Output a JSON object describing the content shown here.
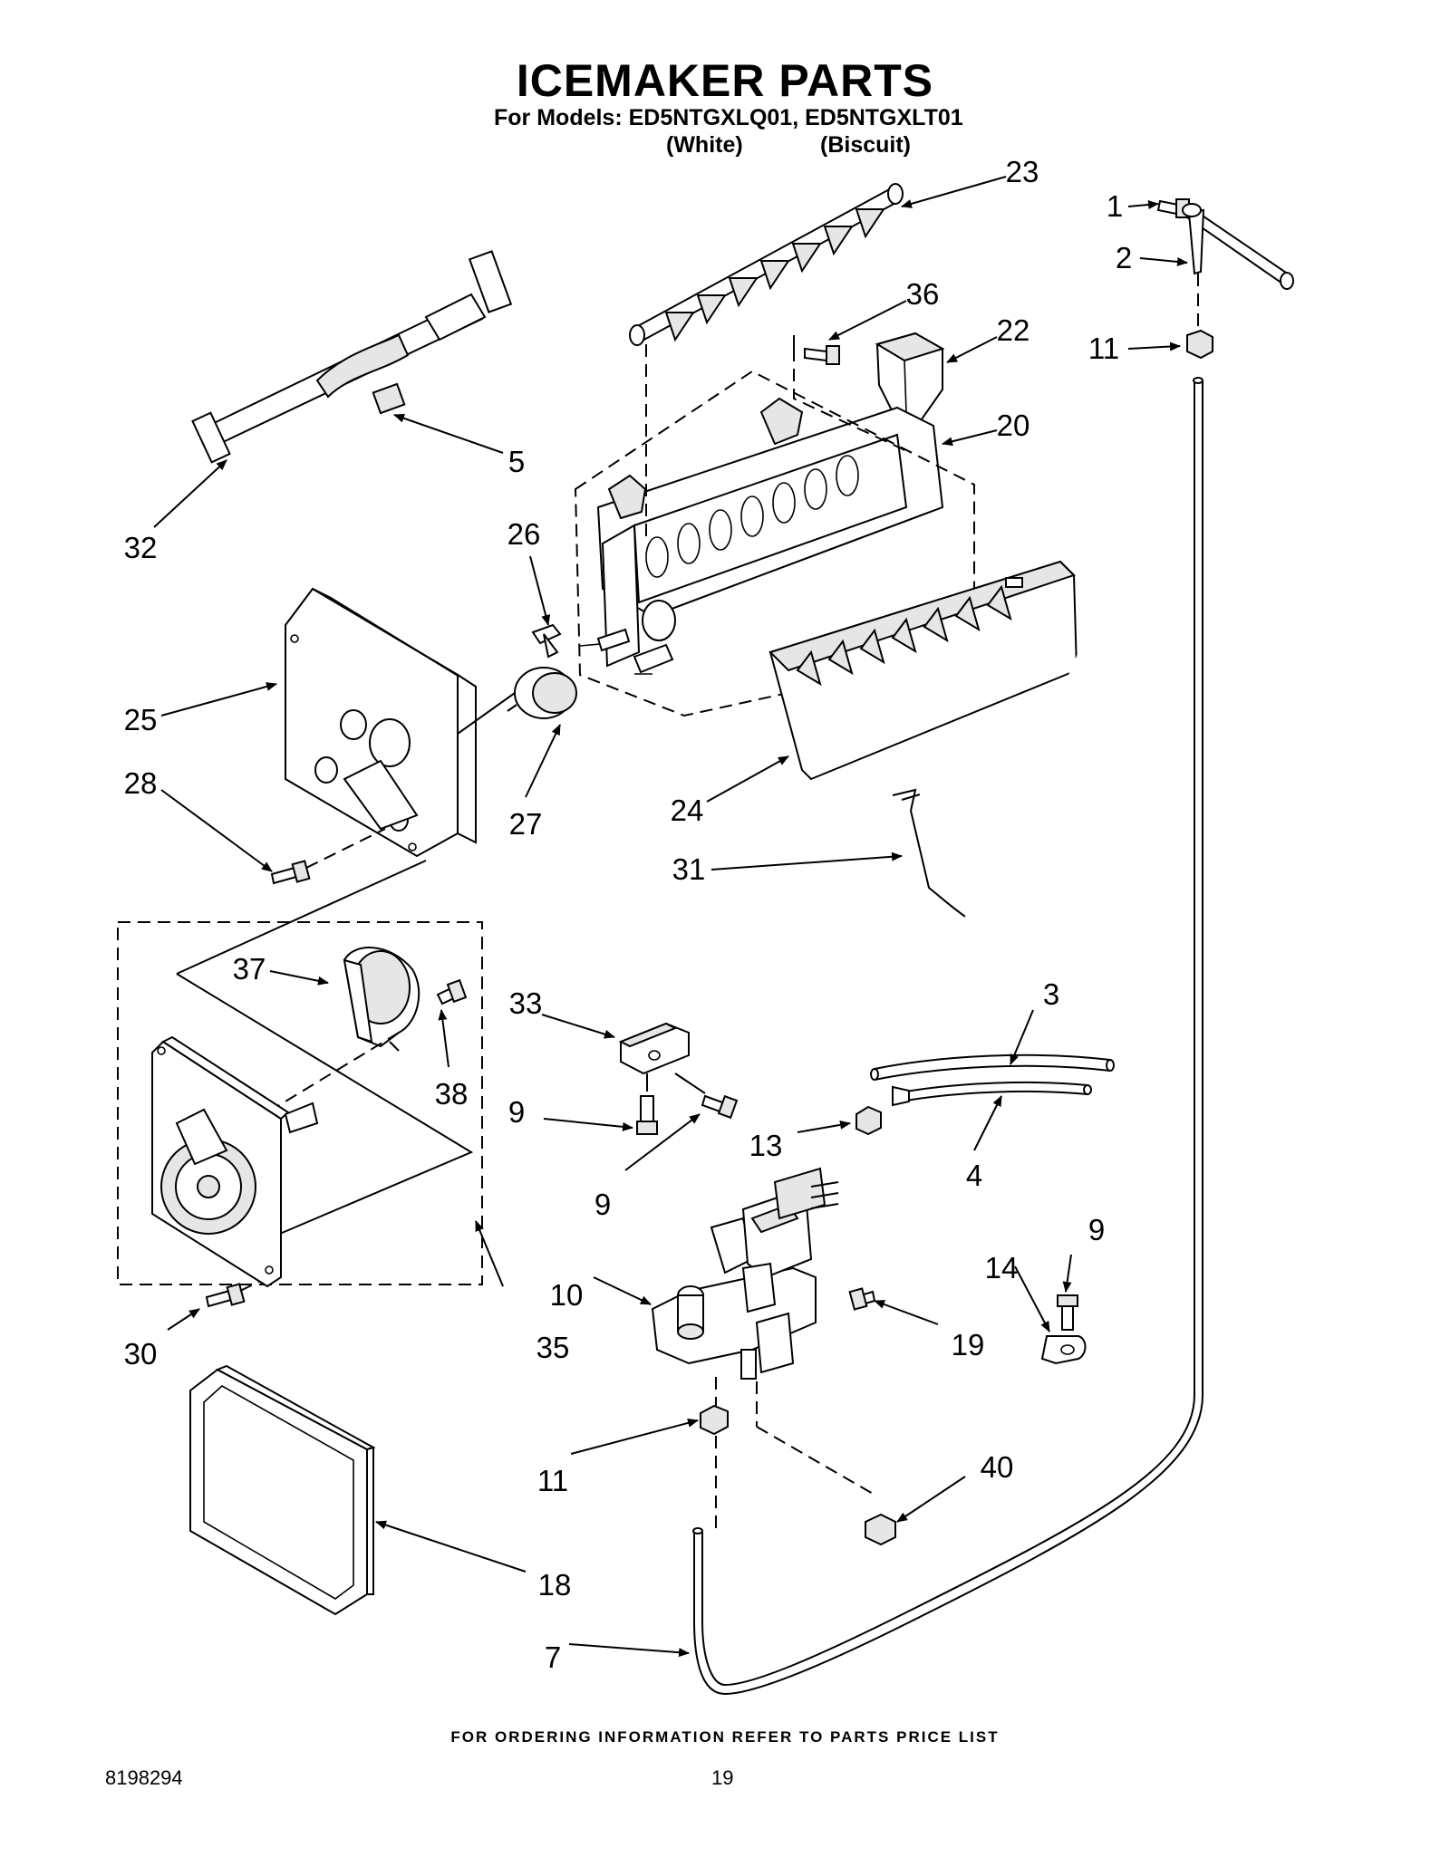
{
  "header": {
    "title": "ICEMAKER PARTS",
    "models_line": "For Models: ED5NTGXLQ01, ED5NTGXLT01",
    "finish_1": "(White)",
    "finish_2": "(Biscuit)"
  },
  "callouts": [
    {
      "id": "c1",
      "label": "1"
    },
    {
      "id": "c2",
      "label": "2"
    },
    {
      "id": "c3",
      "label": "3"
    },
    {
      "id": "c4",
      "label": "4"
    },
    {
      "id": "c5",
      "label": "5"
    },
    {
      "id": "c7",
      "label": "7"
    },
    {
      "id": "c9a",
      "label": "9"
    },
    {
      "id": "c9b",
      "label": "9"
    },
    {
      "id": "c9c",
      "label": "9"
    },
    {
      "id": "c10",
      "label": "10"
    },
    {
      "id": "c11a",
      "label": "11"
    },
    {
      "id": "c11b",
      "label": "11"
    },
    {
      "id": "c13",
      "label": "13"
    },
    {
      "id": "c14",
      "label": "14"
    },
    {
      "id": "c18",
      "label": "18"
    },
    {
      "id": "c19",
      "label": "19"
    },
    {
      "id": "c20",
      "label": "20"
    },
    {
      "id": "c22",
      "label": "22"
    },
    {
      "id": "c23",
      "label": "23"
    },
    {
      "id": "c24",
      "label": "24"
    },
    {
      "id": "c25",
      "label": "25"
    },
    {
      "id": "c26",
      "label": "26"
    },
    {
      "id": "c27",
      "label": "27"
    },
    {
      "id": "c28",
      "label": "28"
    },
    {
      "id": "c30",
      "label": "30"
    },
    {
      "id": "c31",
      "label": "31"
    },
    {
      "id": "c32",
      "label": "32"
    },
    {
      "id": "c33",
      "label": "33"
    },
    {
      "id": "c35",
      "label": "35"
    },
    {
      "id": "c36",
      "label": "36"
    },
    {
      "id": "c37",
      "label": "37"
    },
    {
      "id": "c38",
      "label": "38"
    },
    {
      "id": "c40",
      "label": "40"
    }
  ],
  "footer": {
    "ordering_note": "FOR ORDERING INFORMATION REFER TO PARTS PRICE LIST",
    "document_number": "8198294",
    "page_number": "19"
  }
}
